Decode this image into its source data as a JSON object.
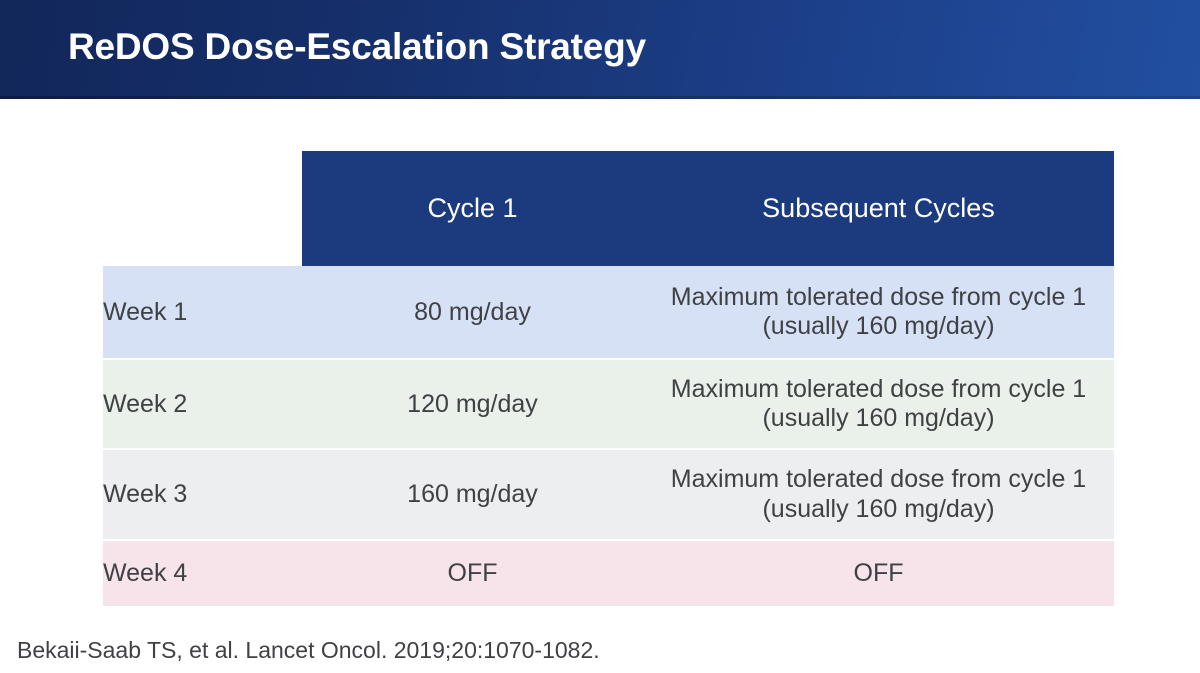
{
  "slide": {
    "title": "ReDOS Dose-Escalation Strategy",
    "citation": "Bekaii-Saab TS, et al. Lancet Oncol. 2019;20:1070-1082."
  },
  "colors": {
    "header_band_left": "#12275a",
    "header_band_right": "#224fa1",
    "table_header_fill": "#1c3b7e",
    "row_week1_fill": "#d6e1f6",
    "row_week2_fill": "#e9f1ea",
    "row_week3_fill": "#edeef0",
    "row_week4_fill": "#f7e3ea",
    "body_text": "#3f4144"
  },
  "table": {
    "columns": [
      "",
      "Cycle 1",
      "Subsequent Cycles"
    ],
    "rows": [
      {
        "week": "Week 1",
        "cycle1": "80 mg/day",
        "subsequent": "Maximum tolerated dose from cycle 1 (usually 160 mg/day)"
      },
      {
        "week": "Week 2",
        "cycle1": "120 mg/day",
        "subsequent": "Maximum tolerated dose from cycle 1 (usually 160 mg/day)"
      },
      {
        "week": "Week 3",
        "cycle1": "160 mg/day",
        "subsequent": "Maximum tolerated dose from cycle 1 (usually 160 mg/day)"
      },
      {
        "week": "Week 4",
        "cycle1": "OFF",
        "subsequent": "OFF"
      }
    ]
  }
}
